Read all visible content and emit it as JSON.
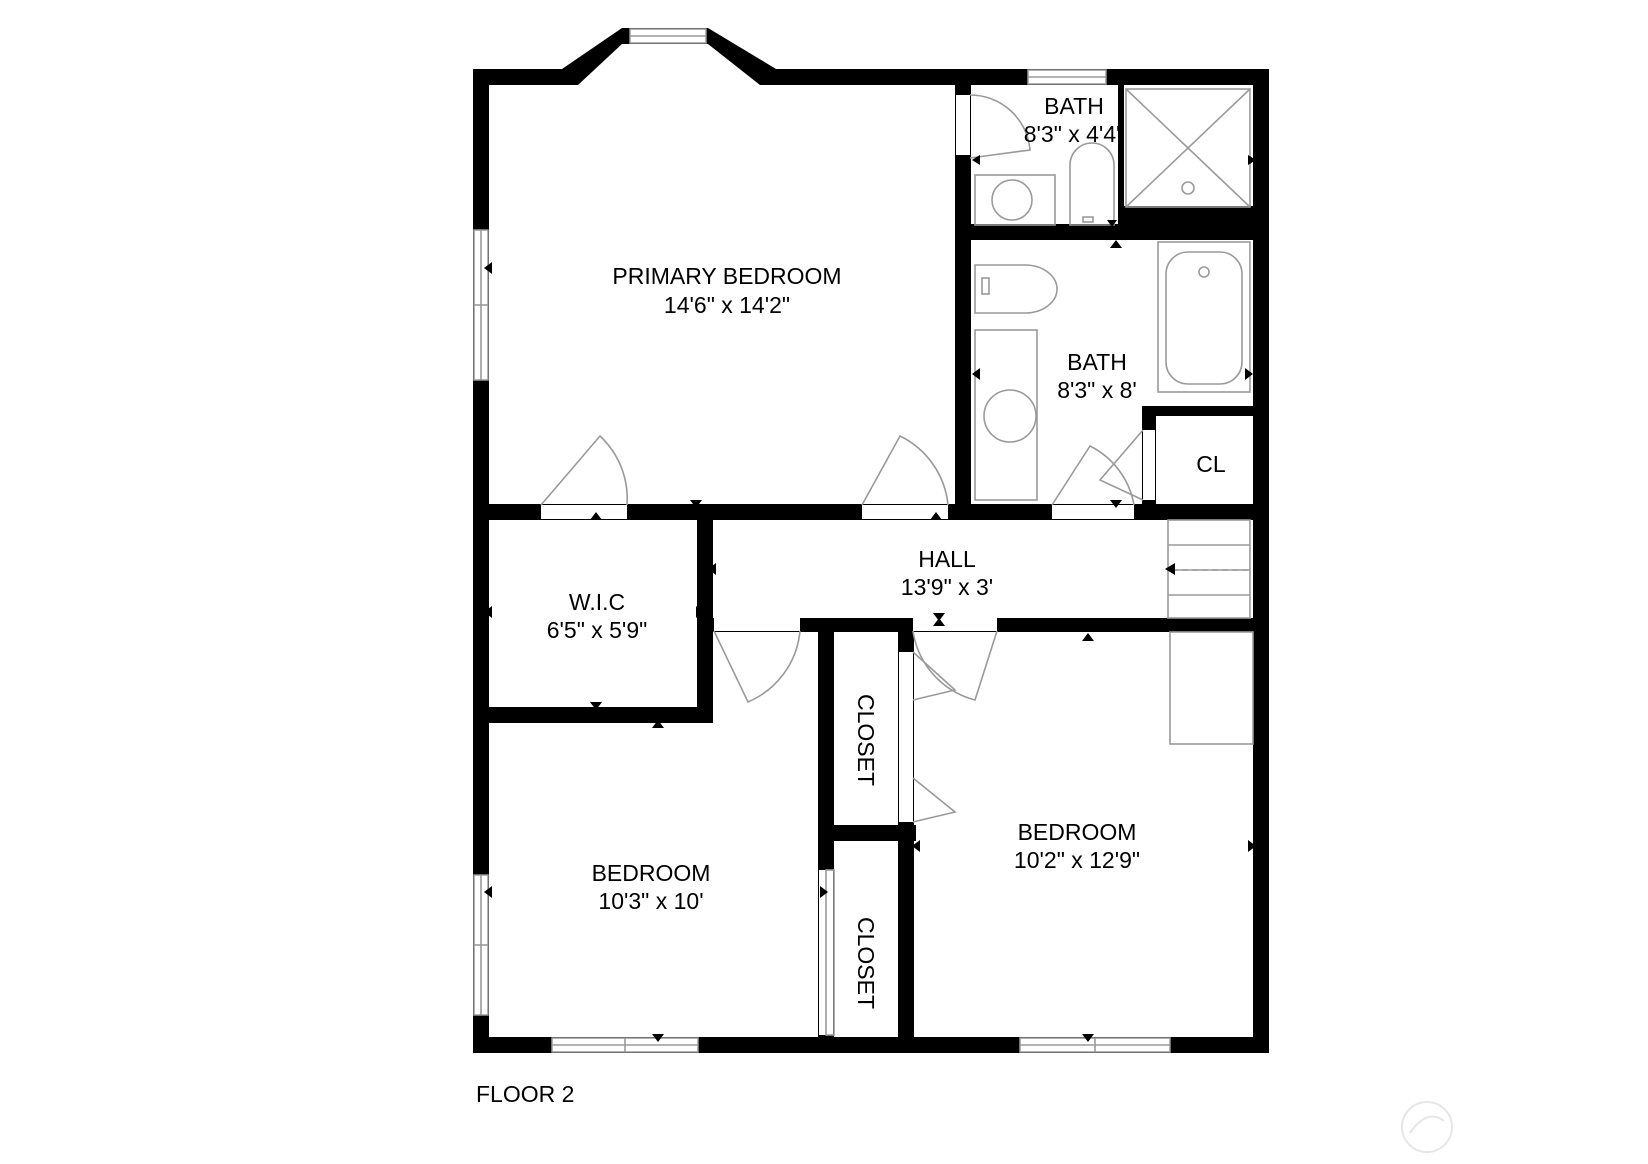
{
  "floor_label": "FLOOR 2",
  "rooms": {
    "primary_bedroom": {
      "name": "PRIMARY BEDROOM",
      "size": "14'6\" x 14'2\""
    },
    "bath_upper": {
      "name": "BATH",
      "size": "8'3\" x 4'4\""
    },
    "bath_lower": {
      "name": "BATH",
      "size": "8'3\" x 8'"
    },
    "cl": {
      "name": "CL"
    },
    "hall": {
      "name": "HALL",
      "size": "13'9\" x 3'"
    },
    "wic": {
      "name": "W.I.C",
      "size": "6'5\" x 5'9\""
    },
    "closet_upper": {
      "name": "CLOSET"
    },
    "closet_lower": {
      "name": "CLOSET"
    },
    "bedroom_right": {
      "name": "BEDROOM",
      "size": "10'2\" x 12'9\""
    },
    "bedroom_left": {
      "name": "BEDROOM",
      "size": "10'3\" x 10'"
    }
  },
  "colors": {
    "wall": "#000000",
    "fixture": "#9a9a9a",
    "background": "#ffffff",
    "watermark": "#e6e6e6"
  }
}
